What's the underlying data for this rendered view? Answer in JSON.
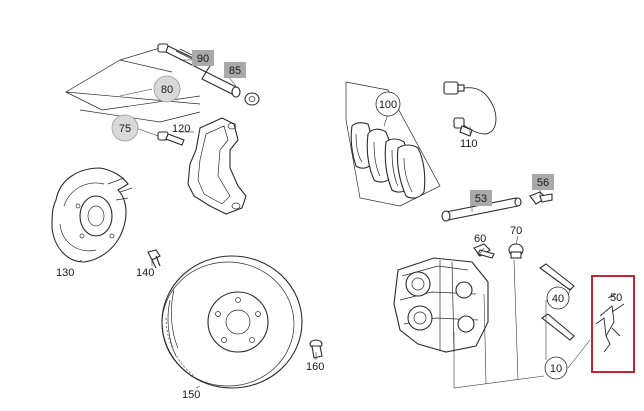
{
  "colors": {
    "line": "#2b2b2b",
    "callout_grey_fill": "#a9a9a9",
    "callout_circle_fill": "#d9d9d9",
    "highlight_box": "#c0262d"
  },
  "callouts": {
    "c90": "90",
    "c85": "85",
    "c80": "80",
    "c75": "75",
    "c120": "120",
    "c100": "100",
    "c110": "110",
    "c53": "53",
    "c56": "56",
    "c130": "130",
    "c140": "140",
    "c60": "60",
    "c70": "70",
    "c40": "40",
    "c50": "50",
    "c150": "150",
    "c160": "160",
    "c10": "10"
  }
}
